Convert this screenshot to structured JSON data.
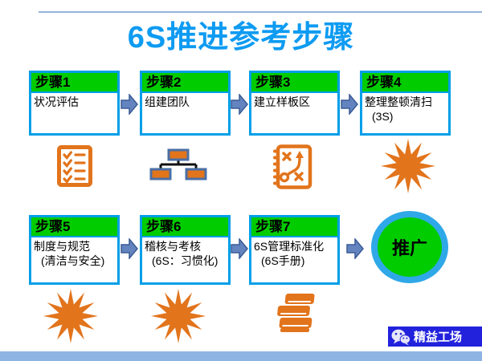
{
  "title": "6S推进参考步骤",
  "steps": [
    {
      "label": "步骤1",
      "line1": "状况评估",
      "line2": ""
    },
    {
      "label": "步骤2",
      "line1": "组建团队",
      "line2": ""
    },
    {
      "label": "步骤3",
      "line1": "建立样板区",
      "line2": ""
    },
    {
      "label": "步骤4",
      "line1": "整理整顿清扫",
      "line2": "(3S)"
    },
    {
      "label": "步骤5",
      "line1": "制度与规范",
      "line2": "(清洁与安全)"
    },
    {
      "label": "步骤6",
      "line1": "稽核与考核",
      "line2": "(6S：习惯化)"
    },
    {
      "label": "步骤7",
      "line1": "6S管理标准化",
      "line2": "(6S手册)"
    }
  ],
  "final_label": "推广",
  "footer": {
    "brand": "精益工场"
  },
  "icons": {
    "step1": "checklist-icon",
    "step2": "org-chart-icon",
    "step3": "strategy-plan-icon",
    "step4": "starburst-icon",
    "step5": "starburst-icon",
    "step6": "starburst-icon",
    "step7": "books-icon",
    "footer": "wechat-icon",
    "connector": "block-arrow-right-icon"
  },
  "colors": {
    "title_blue": "#0E9BF2",
    "header_green": "#00CC00",
    "box_border_blue": "#009FE8",
    "circle_ring_blue": "#2FA8E8",
    "arrow_fill": "#6384BE",
    "icon_orange": "#E2741C",
    "badge_blue": "#2222DD",
    "bottom_bar_blue": "#8DB4E2",
    "top_line_blue": "#95B3D7"
  }
}
